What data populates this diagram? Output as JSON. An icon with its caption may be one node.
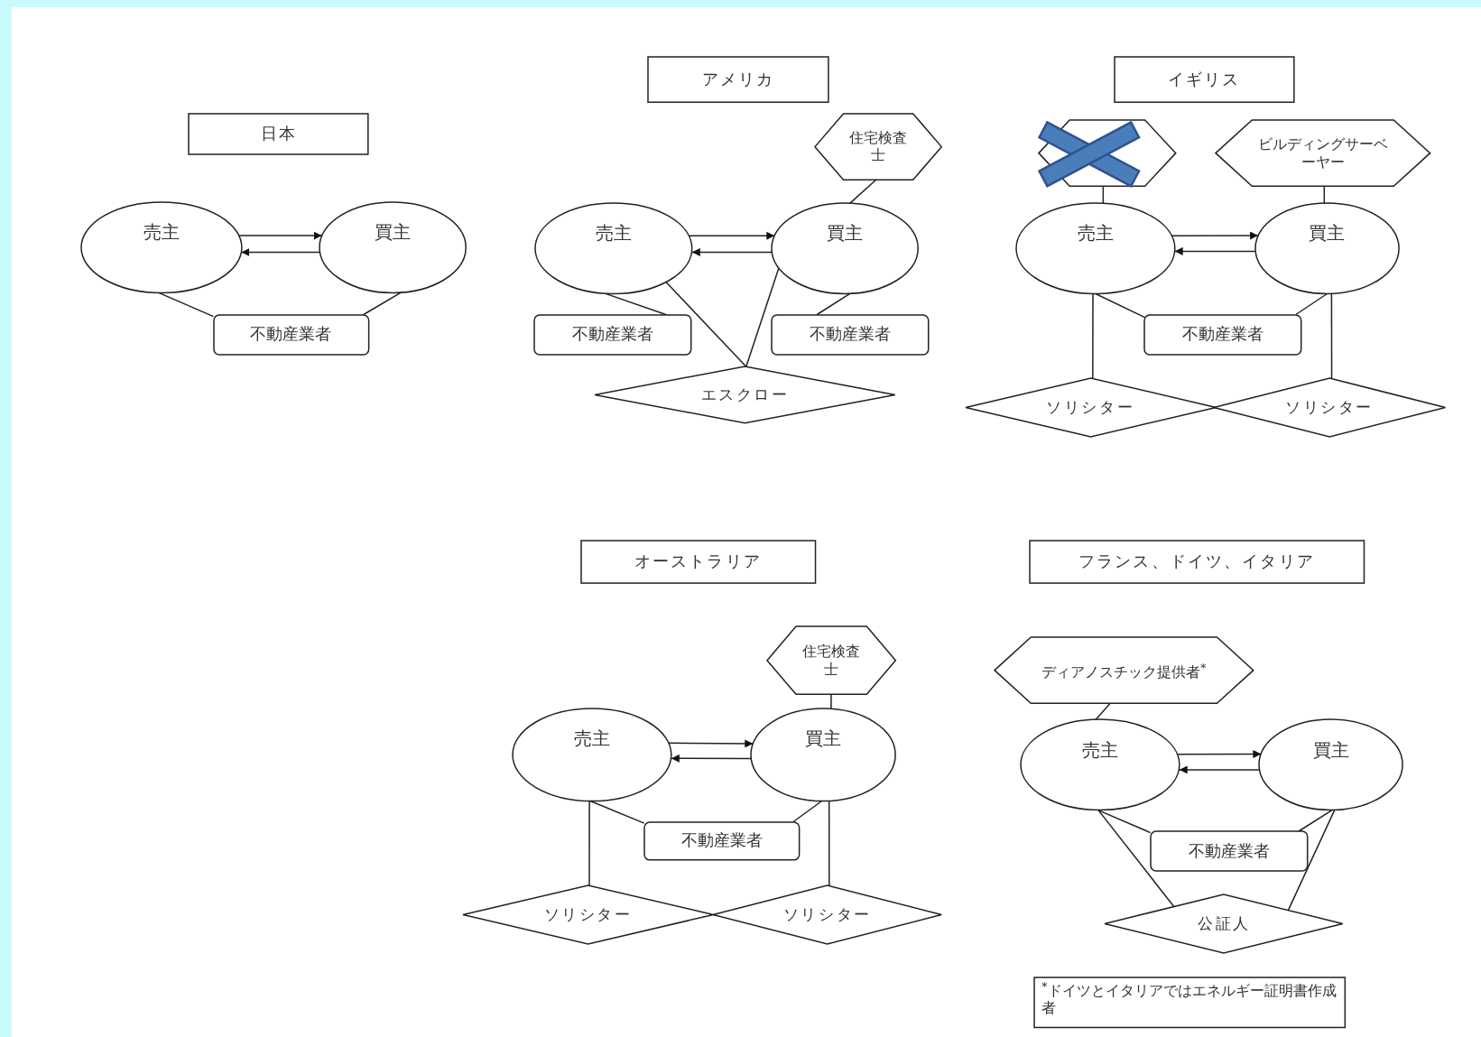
{
  "diagram": {
    "nodes": [
      {
        "text": [
          "日本"
        ]
      },
      {
        "text": [
          "売主"
        ]
      },
      {
        "text": [
          "買主"
        ]
      },
      {
        "text": [
          "不動産業者"
        ]
      },
      {
        "text": [
          "アメリカ"
        ]
      },
      {
        "text": [
          "住宅検査士"
        ]
      },
      {
        "text": [
          "売主"
        ]
      },
      {
        "text": [
          "買主"
        ]
      },
      {
        "text": [
          "不動産業者"
        ]
      },
      {
        "text": [
          "不動産業者"
        ]
      },
      {
        "text": [
          "エスクロー"
        ]
      },
      {
        "text": [
          "イギリス"
        ]
      },
      {
        "text": [],
        "shape": "hexagon"
      },
      {
        "text": [
          "ビルディングサーベーヤー"
        ]
      },
      {
        "text": [
          "売主"
        ]
      },
      {
        "text": [
          "買主"
        ]
      },
      {
        "text": [
          "不動産業者"
        ]
      },
      {
        "text": [
          "ソリシター"
        ]
      },
      {
        "text": [
          "ソリシター"
        ]
      },
      {
        "text": [
          "オーストラリア"
        ]
      },
      {
        "text": [
          "住宅検査士"
        ]
      },
      {
        "text": [
          "売主"
        ]
      },
      {
        "text": [
          "買主"
        ]
      },
      {
        "text": [
          "不動産業者"
        ]
      },
      {
        "text": [
          "ソリシター"
        ]
      },
      {
        "text": [
          "ソリシター"
        ]
      },
      {
        "text": [
          "フランス、ドイツ、イタリア"
        ]
      },
      {
        "text": [
          "ディアノスチック提供者$^{*}$"
        ]
      },
      {
        "text": [
          "売主"
        ]
      },
      {
        "text": [
          "買主"
        ]
      },
      {
        "text": [
          "不動産業者"
        ]
      },
      {
        "text": [
          "公証人"
        ]
      },
      {
        "text": [
          "$^{*}$ドイツとイタリアではエネルギー証明書作成者"
        ]
      }
    ],
    "edges": [
      {
        "from": 1,
        "to": 2,
        "arrow": "to"
      },
      {
        "from": 2,
        "to": 1,
        "arrow": "to"
      },
      {
        "from": 1,
        "to": 3,
        "arrow": "none"
      },
      {
        "from": 2,
        "to": 3,
        "arrow": "none"
      },
      {
        "from": 6,
        "to": 7,
        "arrow": "to"
      },
      {
        "from": 7,
        "to": 6,
        "arrow": "to"
      },
      {
        "from": 5,
        "to": 7,
        "arrow": "none"
      },
      {
        "from": 6,
        "to": 8,
        "arrow": "none"
      },
      {
        "from": 7,
        "to": 9,
        "arrow": "none"
      },
      {
        "from": 6,
        "to": 10,
        "arrow": "none"
      },
      {
        "from": 7,
        "to": 10,
        "arrow": "none"
      },
      {
        "from": 14,
        "to": 15,
        "arrow": "to"
      },
      {
        "from": 15,
        "to": 14,
        "arrow": "to"
      },
      {
        "from": 12,
        "to": 14,
        "arrow": "none"
      },
      {
        "from": 13,
        "to": 15,
        "arrow": "none"
      },
      {
        "from": 14,
        "to": 16,
        "arrow": "none"
      },
      {
        "from": 15,
        "to": 16,
        "arrow": "none"
      },
      {
        "from": 14,
        "to": 17,
        "arrow": "none"
      },
      {
        "from": 15,
        "to": 18,
        "arrow": "none"
      },
      {
        "from": 21,
        "to": 22,
        "arrow": "to"
      },
      {
        "from": 22,
        "to": 21,
        "arrow": "to"
      },
      {
        "from": 20,
        "to": 22,
        "arrow": "none"
      },
      {
        "from": 21,
        "to": 23,
        "arrow": "none"
      },
      {
        "from": 22,
        "to": 23,
        "arrow": "none"
      },
      {
        "from": 21,
        "to": 24,
        "arrow": "none"
      },
      {
        "from": 22,
        "to": 25,
        "arrow": "none"
      },
      {
        "from": 28,
        "to": 29,
        "arrow": "to"
      },
      {
        "from": 29,
        "to": 28,
        "arrow": "to"
      },
      {
        "from": 27,
        "to": 28,
        "arrow": "none"
      },
      {
        "from": 28,
        "to": 30,
        "arrow": "none"
      },
      {
        "from": 29,
        "to": 30,
        "arrow": "none"
      },
      {
        "from": 28,
        "to": 31,
        "arrow": "none"
      },
      {
        "from": 29,
        "to": 31,
        "arrow": "none"
      }
    ]
  }
}
